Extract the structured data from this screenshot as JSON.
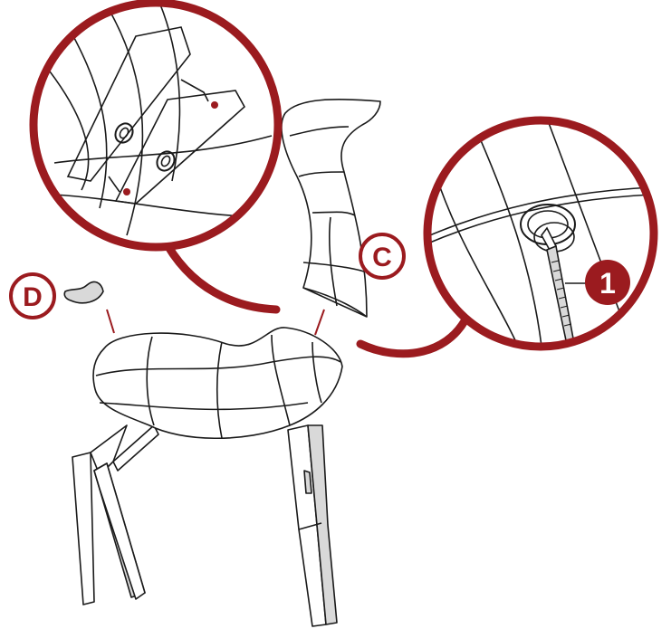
{
  "figure": {
    "labels": [
      {
        "id": "C",
        "text": "C"
      },
      {
        "id": "D",
        "text": "D"
      }
    ],
    "steps": [
      {
        "id": "1",
        "text": "1"
      }
    ]
  },
  "colors": {
    "accent": "#9b1b1f",
    "line": "#1a1a1a",
    "fill": "#ffffff",
    "shade": "#d9d9d9"
  }
}
